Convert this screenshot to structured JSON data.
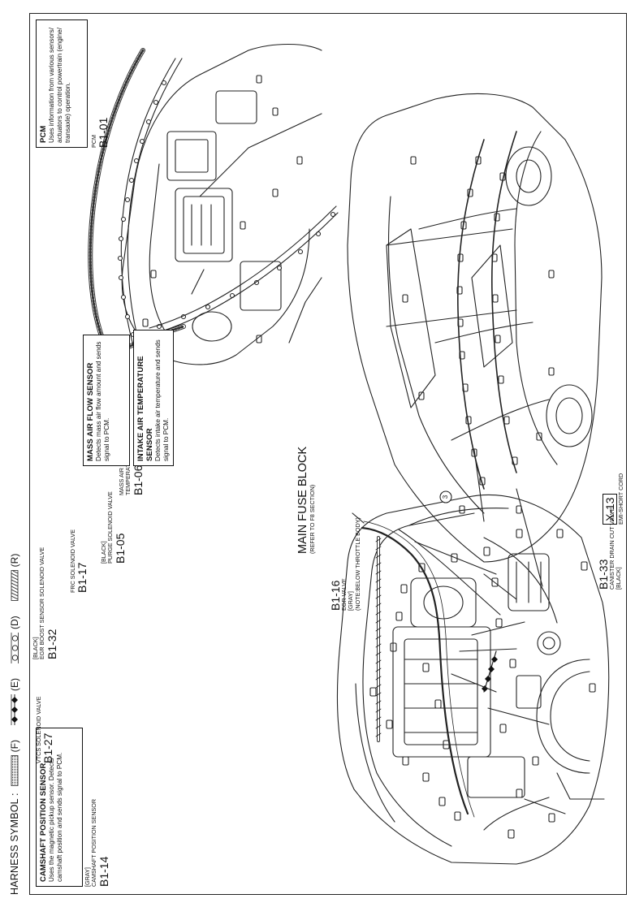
{
  "header": {
    "title": "HARNESS SYMBOL :",
    "symbols": [
      {
        "code": "(F)"
      },
      {
        "code": "(E)"
      },
      {
        "code": "(D)"
      },
      {
        "code": "(R)"
      }
    ]
  },
  "callouts": {
    "camshaft": {
      "title": "CAMSHAFT POSITION SENSOR",
      "desc": "Uses the magnetic pickup sensor. Detects camshaft position and sends signal to PCM."
    },
    "maf": {
      "title": "MASS AIR FLOW SENSOR",
      "desc": "Detects mass air flow amount and sends signal to PCM."
    },
    "iat": {
      "title": "INTAKE AIR TEMPERATURE SENSOR",
      "desc": "Detects intake air temperature and sends signal to PCM."
    },
    "pcm": {
      "title": "PCM",
      "desc": "Uses information from various sensors/ actuators to control powertrain (engine/ transaxle) operation."
    }
  },
  "connectors": {
    "b114": {
      "note": "[GRAY]",
      "name": "CAMSHAFT POSITION SENSOR",
      "code": "B1-14"
    },
    "b127": {
      "name": "VTCS SOLENOID VALVE",
      "code": "B1-27"
    },
    "b132": {
      "note": "[BLACK]",
      "name": "EGR BOOST SENSOR SOLENOID VALVE",
      "code": "B1-32"
    },
    "b117": {
      "name": "FRC SOLENOID VALVE",
      "code": "B1-17"
    },
    "b105": {
      "note": "[BLACK]",
      "name": "PURGE SOLENOID VALVE",
      "code": "B1-05"
    },
    "b106": {
      "name1": "MASS AIR FLOW/INTAKE AIR",
      "name2": "TEMPERATURE SENSOR",
      "code": "B1-06"
    },
    "b116": {
      "code": "B1-16",
      "name": "EGR VALVE",
      "note": "[GRAY]",
      "note2": "(NOTE:BELOW THROTTLE BODY)"
    },
    "b133": {
      "code": "B1-33",
      "name": "CANISTER DRAIN CUT VALVE",
      "note": "[BLACK]"
    },
    "x13": {
      "code": "X-13",
      "name": "EMI-SHORT CORD"
    },
    "b101": {
      "name": "PCM",
      "code": "B1-01"
    }
  },
  "main_fuse": {
    "title": "MAIN FUSE BLOCK",
    "sub": "(REFER TO F8 SECTION)"
  },
  "marker": {
    "num": "3"
  }
}
